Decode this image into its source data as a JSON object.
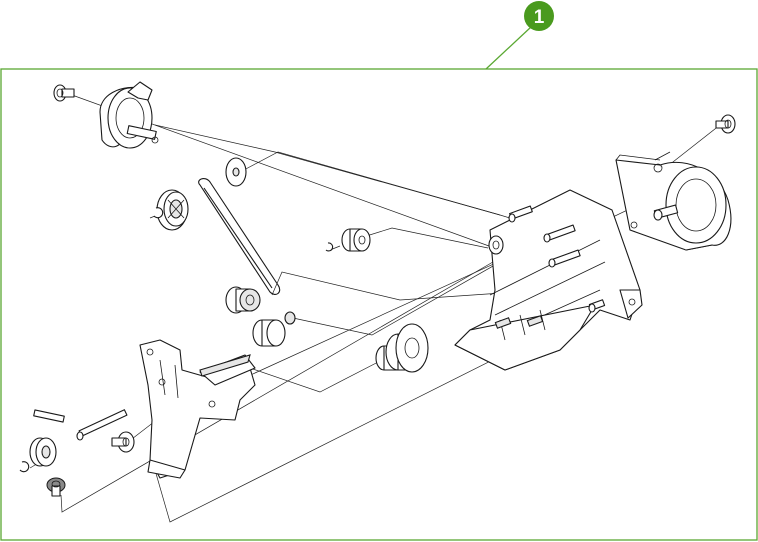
{
  "callout": {
    "number": "1",
    "color": "#4a9a1e"
  },
  "frame_color": "#5aa832",
  "parts": [
    {
      "name": "screw-left-top"
    },
    {
      "name": "motor-left"
    },
    {
      "name": "pulley-gear"
    },
    {
      "name": "e-ring"
    },
    {
      "name": "drive-belt"
    },
    {
      "name": "gear-small"
    },
    {
      "name": "bushing"
    },
    {
      "name": "main-bracket"
    },
    {
      "name": "motor-right"
    },
    {
      "name": "screw-right-top"
    },
    {
      "name": "compound-gear"
    },
    {
      "name": "left-bracket"
    },
    {
      "name": "shaft"
    },
    {
      "name": "roller"
    },
    {
      "name": "screw-bottom"
    }
  ]
}
